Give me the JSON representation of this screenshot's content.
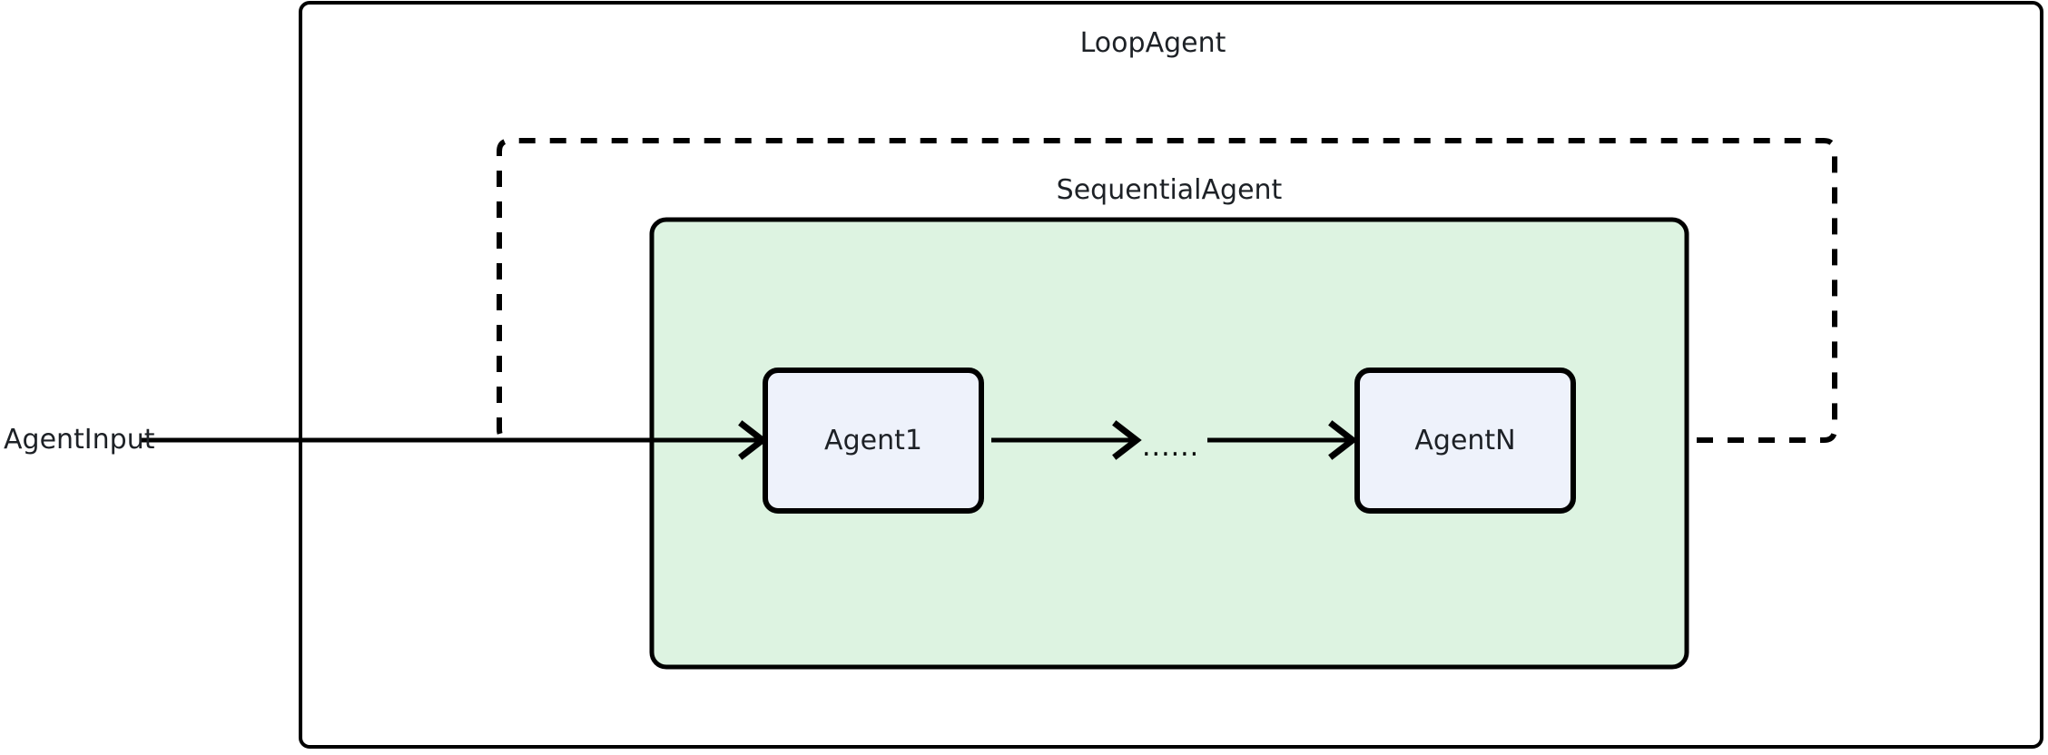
{
  "diagram": {
    "type": "flow-diagram",
    "title": "LoopAgent",
    "background_color": "#ffffff",
    "outer_container": {
      "label": "LoopAgent",
      "fill": "#ffffff",
      "stroke": "#000000"
    },
    "inner_container": {
      "label": "SequentialAgent",
      "fill": "#ddf3e1",
      "stroke": "#000000"
    },
    "nodes": [
      {
        "id": "agent1",
        "label": "Agent1",
        "fill": "#eef2fb",
        "stroke": "#000000"
      },
      {
        "id": "agentn",
        "label": "AgentN",
        "fill": "#eef2fb",
        "stroke": "#000000"
      }
    ],
    "ellipsis": "......",
    "input_label": "AgentInput",
    "edges": [
      {
        "from": "AgentInput",
        "to": "Agent1",
        "style": "solid",
        "arrow": true
      },
      {
        "from": "Agent1",
        "to": "ellipsis",
        "style": "solid",
        "arrow": true
      },
      {
        "from": "ellipsis",
        "to": "AgentN",
        "style": "solid",
        "arrow": true
      },
      {
        "from": "AgentN",
        "to": "Agent1",
        "style": "dashed",
        "arrow": false,
        "note": "loop-back"
      }
    ]
  }
}
